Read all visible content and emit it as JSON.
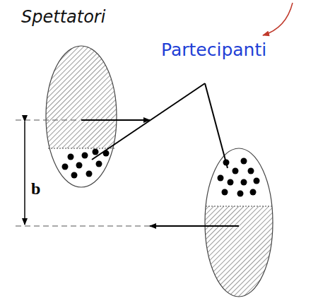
{
  "diagram": {
    "labels": [
      "Spettatori",
      "Partecipanti",
      "b"
    ]
  }
}
